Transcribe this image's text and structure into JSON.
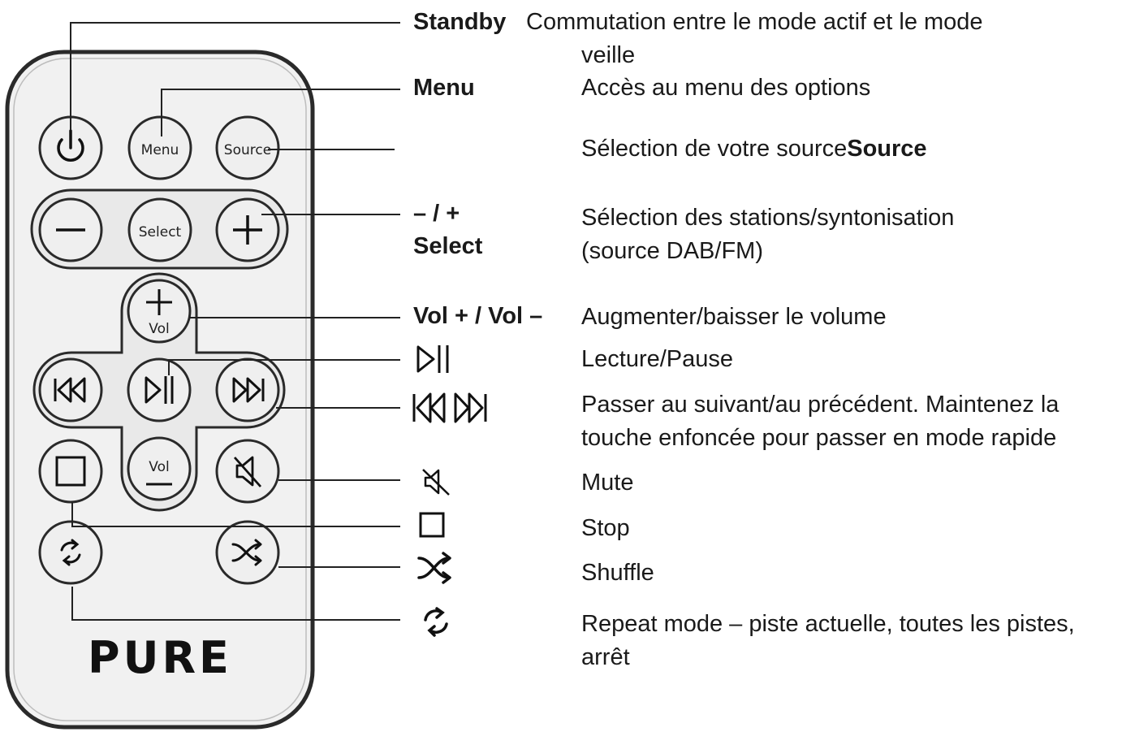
{
  "remote": {
    "buttons": {
      "menu": "Menu",
      "source": "Source",
      "select": "Select",
      "vol_up": "Vol",
      "vol_down": "Vol"
    },
    "brand": "PURE"
  },
  "legend": {
    "standby": {
      "key": "Standby",
      "line1": "Commutation entre le mode actif et le mode",
      "line2": "veille"
    },
    "menu": {
      "key": "Menu",
      "desc": "Accès au menu des options"
    },
    "source": {
      "desc": "Sélection de votre source",
      "key": "Source"
    },
    "tuning": {
      "key1": "– / +",
      "key2": "Select",
      "line1": "Sélection des stations/syntonisation",
      "line2": "(source DAB/FM)"
    },
    "volume": {
      "key": "Vol + / Vol –",
      "desc": "Augmenter/baisser le volume"
    },
    "play_pause": {
      "icon": "play-pause-icon",
      "desc": "Lecture/Pause"
    },
    "skip": {
      "icon": "skip-prev-next-icon",
      "line1": "Passer au suivant/au précédent.  Maintenez la",
      "line2": "touche enfoncée pour passer en mode rapide"
    },
    "mute": {
      "icon": "mute-icon",
      "desc": "Mute"
    },
    "stop": {
      "icon": "stop-icon",
      "desc": "Stop"
    },
    "shuffle": {
      "icon": "shuffle-icon",
      "desc": "Shuffle"
    },
    "repeat": {
      "icon": "repeat-icon",
      "line1": "Repeat mode – piste actuelle, toutes les pistes,",
      "line2": "arrêt"
    }
  }
}
